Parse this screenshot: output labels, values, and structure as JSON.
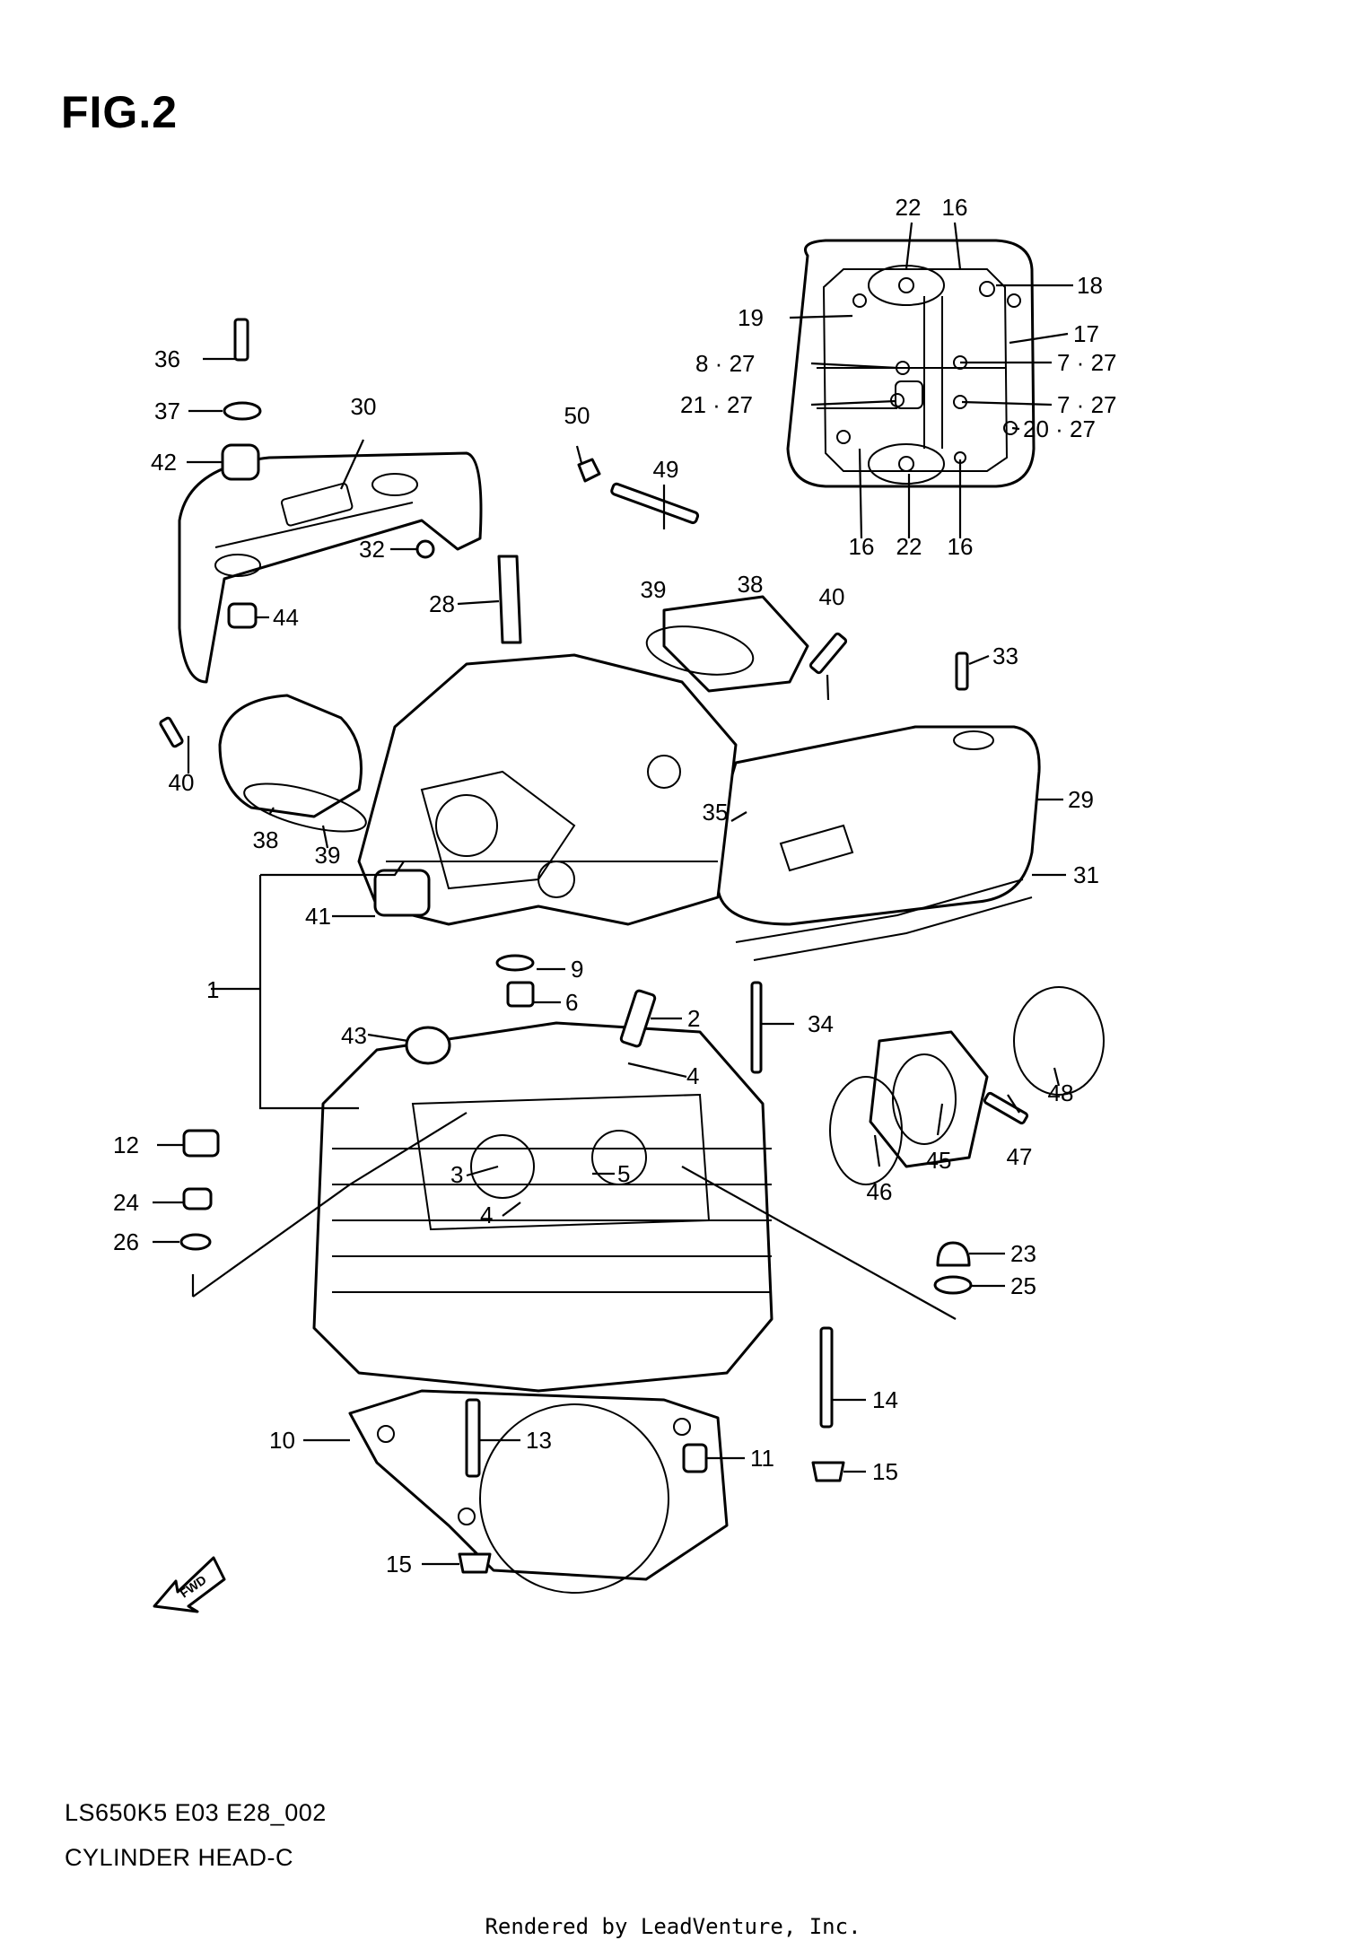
{
  "figure": {
    "title": "FIG.2",
    "model_code": "LS650K5 E03 E28_002",
    "name": "CYLINDER HEAD-C",
    "credit": "Rendered by LeadVenture, Inc."
  },
  "callouts": [
    {
      "id": "c22a",
      "text": "22"
    },
    {
      "id": "c16a",
      "text": "16"
    },
    {
      "id": "c18",
      "text": "18"
    },
    {
      "id": "c19",
      "text": "19"
    },
    {
      "id": "c17",
      "text": "17"
    },
    {
      "id": "c8_27",
      "text": "8 · 27"
    },
    {
      "id": "c7_27a",
      "text": "7 · 27"
    },
    {
      "id": "c21_27",
      "text": "21 · 27"
    },
    {
      "id": "c7_27b",
      "text": "7 · 27"
    },
    {
      "id": "c20_27",
      "text": "20 · 27"
    },
    {
      "id": "c16b",
      "text": "16"
    },
    {
      "id": "c22b",
      "text": "22"
    },
    {
      "id": "c16c",
      "text": "16"
    },
    {
      "id": "c36",
      "text": "36"
    },
    {
      "id": "c37",
      "text": "37"
    },
    {
      "id": "c30",
      "text": "30"
    },
    {
      "id": "c50",
      "text": "50"
    },
    {
      "id": "c42",
      "text": "42"
    },
    {
      "id": "c49",
      "text": "49"
    },
    {
      "id": "c32",
      "text": "32"
    },
    {
      "id": "c39a",
      "text": "39"
    },
    {
      "id": "c38a",
      "text": "38"
    },
    {
      "id": "c40a",
      "text": "40"
    },
    {
      "id": "c28",
      "text": "28"
    },
    {
      "id": "c44",
      "text": "44"
    },
    {
      "id": "c33",
      "text": "33"
    },
    {
      "id": "c40b",
      "text": "40"
    },
    {
      "id": "c29",
      "text": "29"
    },
    {
      "id": "c35",
      "text": "35"
    },
    {
      "id": "c38b",
      "text": "38"
    },
    {
      "id": "c39b",
      "text": "39"
    },
    {
      "id": "c31",
      "text": "31"
    },
    {
      "id": "c41",
      "text": "41"
    },
    {
      "id": "c1",
      "text": "1"
    },
    {
      "id": "c9",
      "text": "9"
    },
    {
      "id": "c6",
      "text": "6"
    },
    {
      "id": "c43",
      "text": "43"
    },
    {
      "id": "c2",
      "text": "2"
    },
    {
      "id": "c34",
      "text": "34"
    },
    {
      "id": "c4a",
      "text": "4"
    },
    {
      "id": "c48",
      "text": "48"
    },
    {
      "id": "c12",
      "text": "12"
    },
    {
      "id": "c47",
      "text": "47"
    },
    {
      "id": "c3",
      "text": "3"
    },
    {
      "id": "c5",
      "text": "5"
    },
    {
      "id": "c45",
      "text": "45"
    },
    {
      "id": "c46",
      "text": "46"
    },
    {
      "id": "c24",
      "text": "24"
    },
    {
      "id": "c4b",
      "text": "4"
    },
    {
      "id": "c26",
      "text": "26"
    },
    {
      "id": "c23",
      "text": "23"
    },
    {
      "id": "c25",
      "text": "25"
    },
    {
      "id": "c14",
      "text": "14"
    },
    {
      "id": "c10",
      "text": "10"
    },
    {
      "id": "c13",
      "text": "13"
    },
    {
      "id": "c11",
      "text": "11"
    },
    {
      "id": "c15a",
      "text": "15"
    },
    {
      "id": "c15b",
      "text": "15"
    }
  ],
  "fwd_badge": "FWD"
}
